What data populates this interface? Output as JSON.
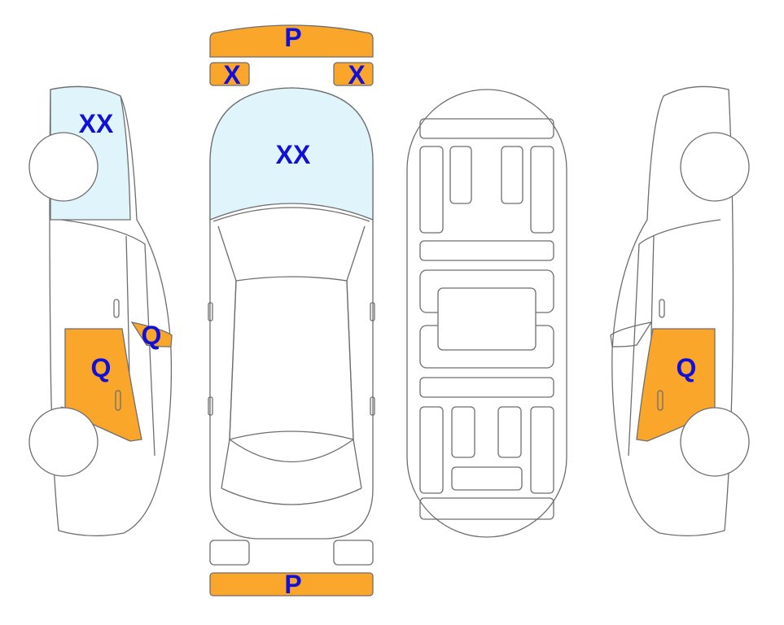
{
  "colors": {
    "glass_damage": "#dff4fb",
    "panel_damage": "#f9a62b",
    "label_text": "#1010d8",
    "outline": "#6e6e6e"
  },
  "damage_codes": {
    "front_bumper": "P",
    "front_left_light": "X",
    "front_right_light": "X",
    "windshield": "XX",
    "left_windshield": "XX",
    "left_front_door": "Q",
    "left_mirror": "Q",
    "right_front_door": "Q",
    "rear_bumper": "P"
  }
}
